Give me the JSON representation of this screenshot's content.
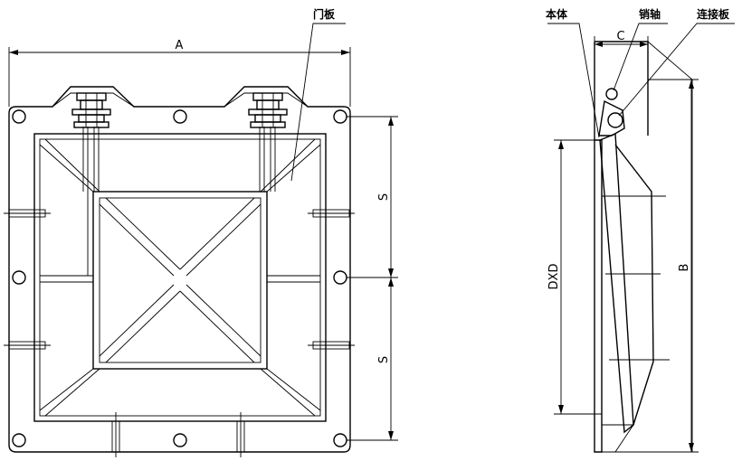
{
  "front_view": {
    "dim_width": "A",
    "dim_spacing_top": "S",
    "dim_spacing_bottom": "S",
    "callout_gate_plate": "门板"
  },
  "side_view": {
    "callout_body": "本体",
    "callout_pin": "销轴",
    "callout_link_plate": "连接板",
    "dim_offset": "C",
    "dim_opening": "DXD",
    "dim_height": "B"
  }
}
